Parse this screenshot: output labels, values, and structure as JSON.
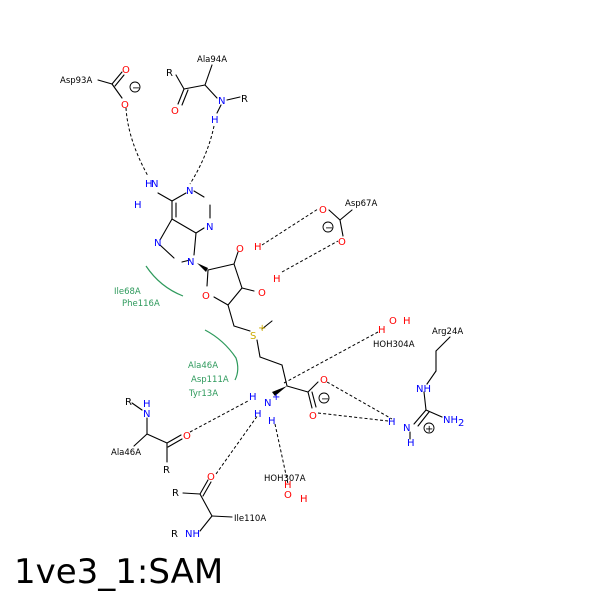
{
  "title": "1ve3_1:SAM",
  "colors": {
    "carbon": "#000000",
    "nitrogen": "#0000ff",
    "oxygen": "#ff0000",
    "sulfur": "#ccaa00",
    "hydrophobic": "#2e9a5c"
  },
  "residue_labels": {
    "asp93": "Asp93A",
    "ala94": "Ala94A",
    "asp67": "Asp67A",
    "ile68": "Ile68A",
    "phe116": "Phe116A",
    "ala46_contact": "Ala46A",
    "asp111": "Asp111A",
    "tyr13": "Tyr13A",
    "arg24": "Arg24A",
    "hoh304": "HOH304A",
    "hoh307": "HOH307A",
    "ala46": "Ala46A",
    "ile110": "Ile110A"
  },
  "atoms": {
    "N": "N",
    "O": "O",
    "H": "H",
    "S": "S",
    "R": "R",
    "NH": "NH",
    "NH2": "NH",
    "sub2": "2",
    "plus": "+",
    "minus": "−"
  }
}
